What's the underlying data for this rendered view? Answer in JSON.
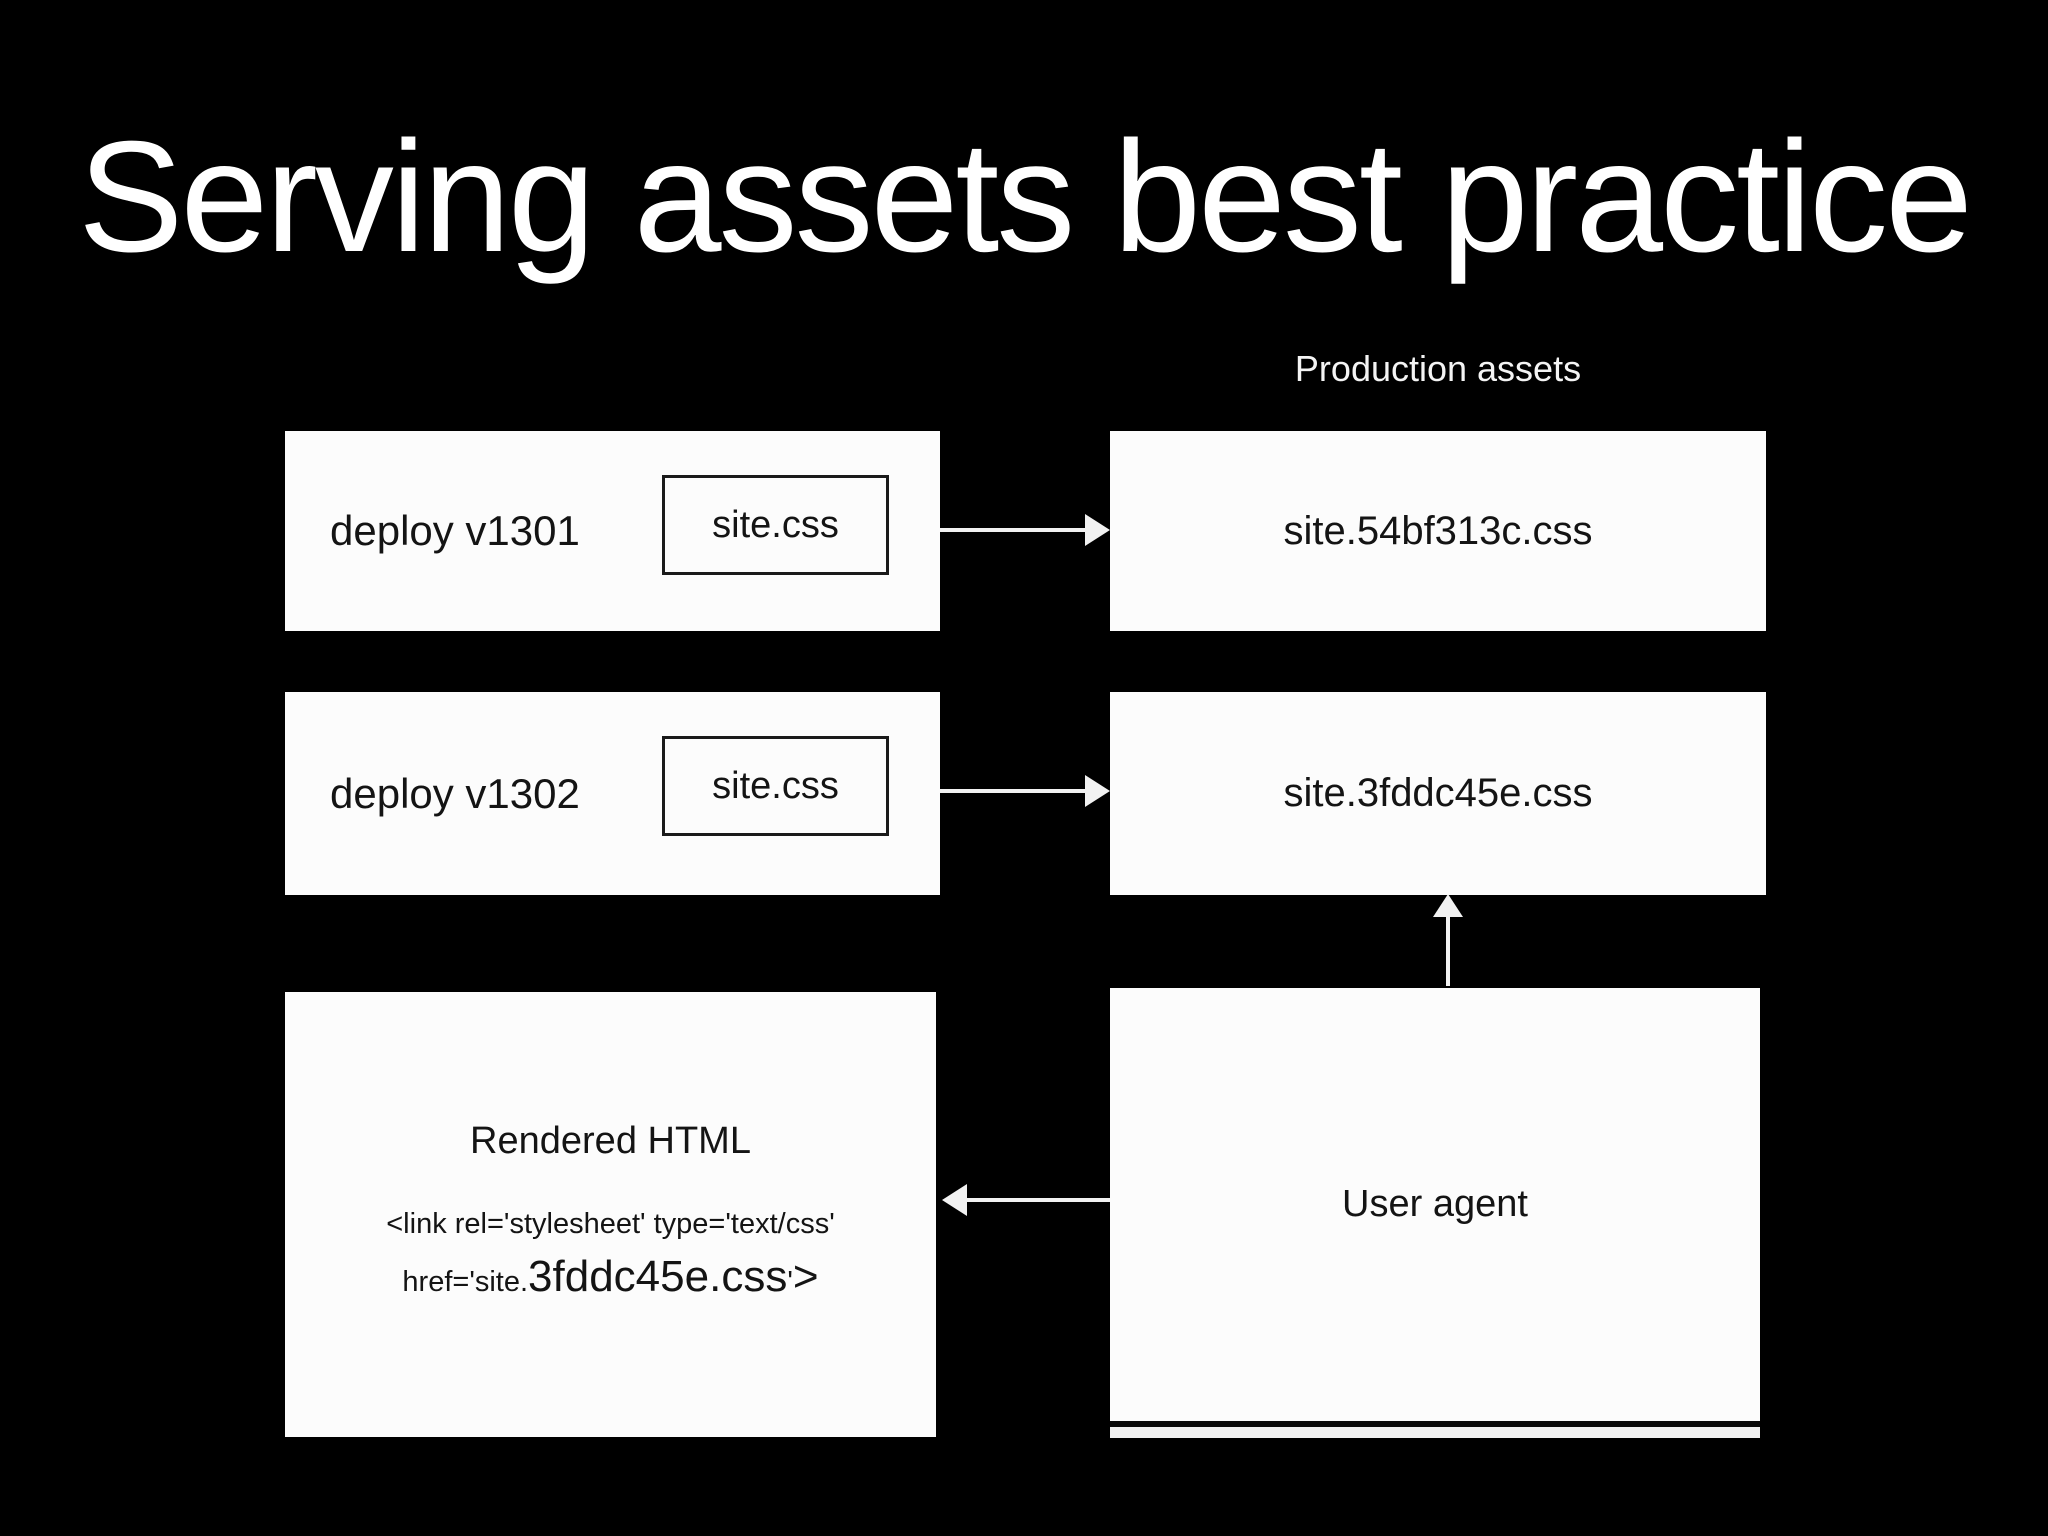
{
  "colors": {
    "background": "#000000",
    "box_fill": "#fcfcfc",
    "box_text": "#141414",
    "arrow": "#f2f2f2",
    "title_text": "#ffffff"
  },
  "slide": {
    "title": "Serving assets best practice",
    "production_assets_label": "Production assets"
  },
  "deploy_rows": [
    {
      "deploy_label": "deploy v1301",
      "asset_label": "site.css",
      "production_label": "site.54bf313c.css"
    },
    {
      "deploy_label": "deploy v1302",
      "asset_label": "site.css",
      "production_label": "site.3fddc45e.css"
    }
  ],
  "rendered_html": {
    "title": "Rendered HTML",
    "code_line1": "<link rel='stylesheet' type='text/css'",
    "code_line2": {
      "p1": "href='site.",
      "p2": "3fddc45e.css",
      "p3": "'",
      "p4": ">"
    }
  },
  "user_agent": {
    "label": "User agent"
  }
}
